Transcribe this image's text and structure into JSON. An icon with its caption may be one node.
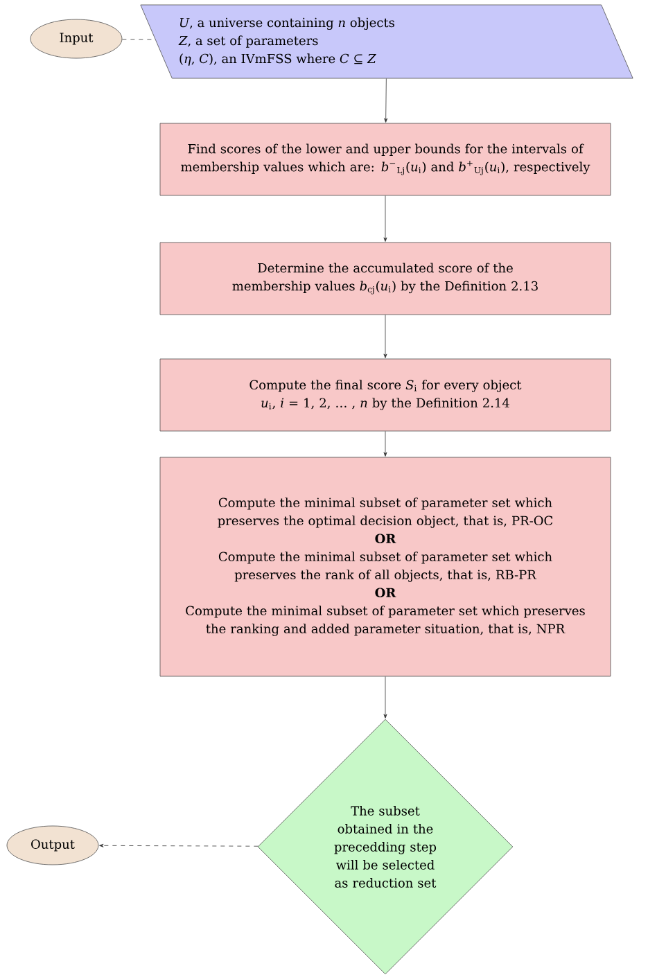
{
  "diagram": {
    "nodes": [
      {
        "text": [
          "Input"
        ]
      },
      {
        "text": [
          "*U*, a universe containing *n* objects",
          "*Z*, a set of parameters",
          "(*η*, *C*), an IVmFSS where *C* ⊆ *Z*"
        ]
      },
      {
        "text": [
          "Find scores of the lower and upper bounds for the intervals of membership values which are: *b*$^{−}$$_{Lj}$(*u*$_{i}$) and *b*$^{+}$$_{Uj}$(*u*$_{i}$), respectively"
        ]
      },
      {
        "text": [
          "Determine the accumulated score of the membership values *b*$_{cj}$(*u*$_{i}$) by the Definition 2.13"
        ]
      },
      {
        "text": [
          "Compute the final score *S*$_{i}$ for every object *u*$_{i}$, *i* = 1, 2, … , *n* by the Definition 2.14"
        ]
      },
      {
        "text": [
          "Compute the minimal subset of parameter set which preserves the optimal decision object, that is, PR-OC",
          "OR",
          "Compute the minimal subset of parameter set which preserves the rank of all objects, that is, RB-PR",
          "OR",
          "Compute the minimal subset of parameter set which preserves the ranking and added parameter situation, that is, NPR"
        ]
      },
      {
        "text": [
          "Output"
        ]
      },
      {
        "text": [
          "The subset obtained in the precedding step will be selected as reduction set"
        ]
      }
    ],
    "edges": [
      {
        "from": 0,
        "to": 1,
        "arrow": "none",
        "style": "dashed"
      },
      {
        "from": 1,
        "to": 2,
        "arrow": "to"
      },
      {
        "from": 2,
        "to": 3,
        "arrow": "to"
      },
      {
        "from": 3,
        "to": 4,
        "arrow": "to"
      },
      {
        "from": 4,
        "to": 5,
        "arrow": "to"
      },
      {
        "from": 5,
        "to": 7,
        "arrow": "to"
      },
      {
        "from": 7,
        "to": 6,
        "arrow": "to",
        "style": "dashed"
      }
    ]
  }
}
